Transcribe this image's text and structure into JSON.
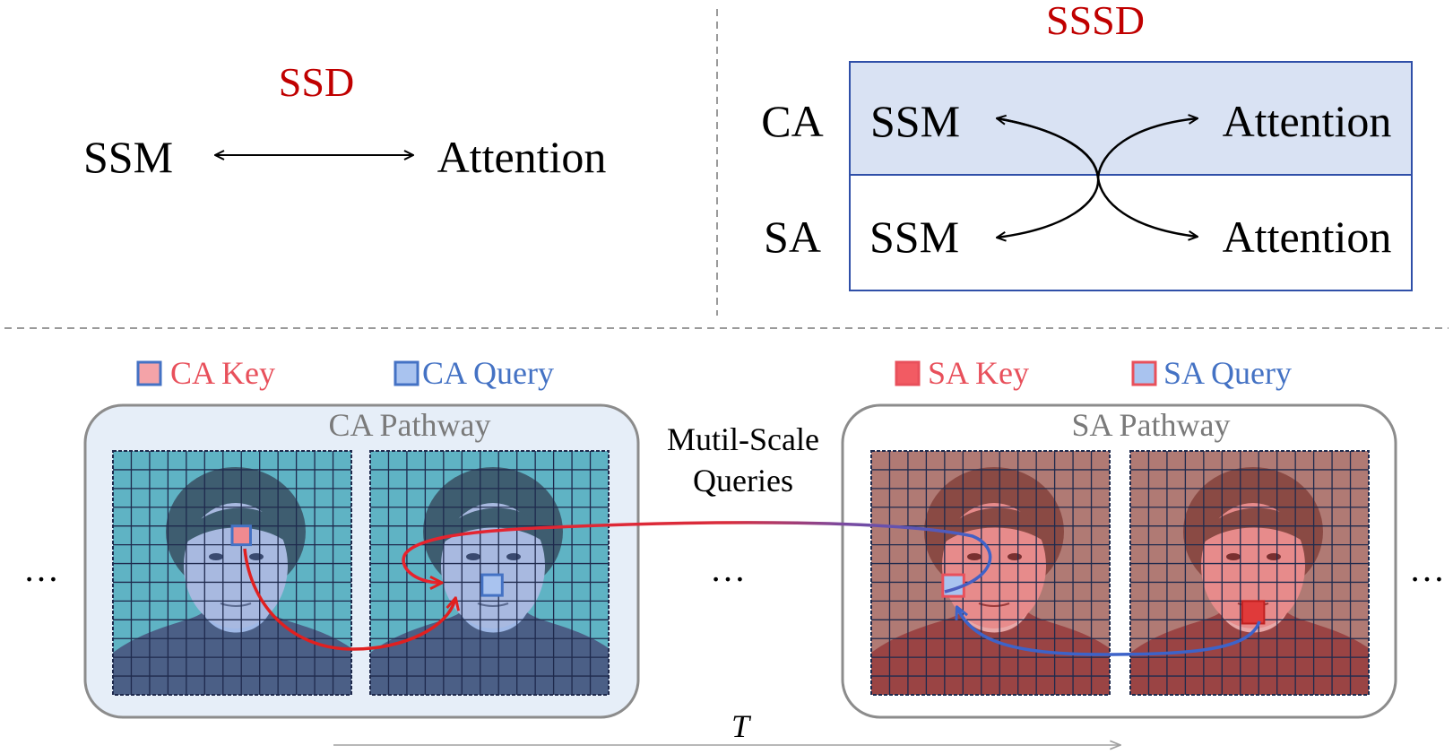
{
  "ssd": {
    "title": "SSD",
    "left": "SSM",
    "right": "Attention"
  },
  "sssd": {
    "title": "SSSD",
    "ca_label": "CA",
    "sa_label": "SA",
    "ca_left": "SSM",
    "ca_right": "Attention",
    "sa_left": "SSM",
    "sa_right": "Attention"
  },
  "legend": {
    "ca_key": "CA Key",
    "ca_query": "CA Query",
    "sa_key": "SA Key",
    "sa_query": "SA Query"
  },
  "pathways": {
    "ca": "CA Pathway",
    "sa": "SA Pathway"
  },
  "middle": {
    "line1": "Mutil-Scale",
    "line2": "Queries"
  },
  "ellipsis": {
    "left": "…",
    "middle": "…",
    "right": "…"
  },
  "time_axis": "T",
  "colors": {
    "title_red": "#c00000",
    "ca_blue": "#4472c4",
    "sa_red": "#e8505b",
    "band_blue": "#d9e2f3",
    "border_blue": "#2f4fa8",
    "grid_line": "#1f2a4d",
    "ca_face_tint": "#5fb3c4",
    "sa_face_tint": "#b07a74"
  }
}
